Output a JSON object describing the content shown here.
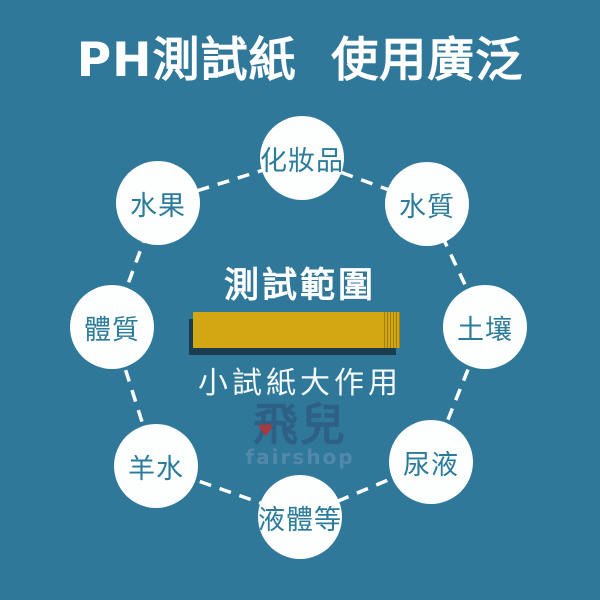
{
  "title": "PH測試紙  使用廣泛",
  "center": {
    "heading": "測試範圍",
    "caption": "小試紙大作用"
  },
  "categories": [
    {
      "label": "化妝品"
    },
    {
      "label": "水質"
    },
    {
      "label": "土壤"
    },
    {
      "label": "尿液"
    },
    {
      "label": "液體等"
    },
    {
      "label": "羊水"
    },
    {
      "label": "體質"
    },
    {
      "label": "水果"
    }
  ],
  "watermark": {
    "logo": "飛兒",
    "name": "fairshop",
    "heart_icon": "♥"
  },
  "colors": {
    "background": "#2f7899",
    "title_text": "#ffffff",
    "circle_fill": "#fdfefe",
    "circle_text": "#2b7b9b",
    "dashed_line": "#ffffff",
    "test_strip": "#d2a713",
    "strip_shadow": "#14242f",
    "watermark_logo": "#2e5e84",
    "watermark_heart": "#a53b3c",
    "watermark_name": "#5289aa"
  }
}
